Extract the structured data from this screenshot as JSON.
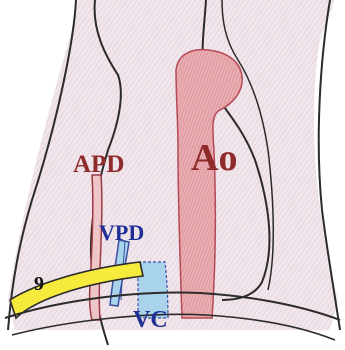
{
  "labels": {
    "apd": "APD",
    "ao": "Ao",
    "vpd": "VPD",
    "vc": "VC",
    "nerve_number": "9"
  },
  "colors": {
    "artery_red": "#e6a7ab",
    "label_red": "#8e2a2a",
    "vein_blue": "#a9d3ea",
    "label_blue": "#1f2f95",
    "nerve_yellow": "#f6ea3c",
    "outline": "#2b2b2b",
    "tissue_pink": "#f3e8ee"
  }
}
